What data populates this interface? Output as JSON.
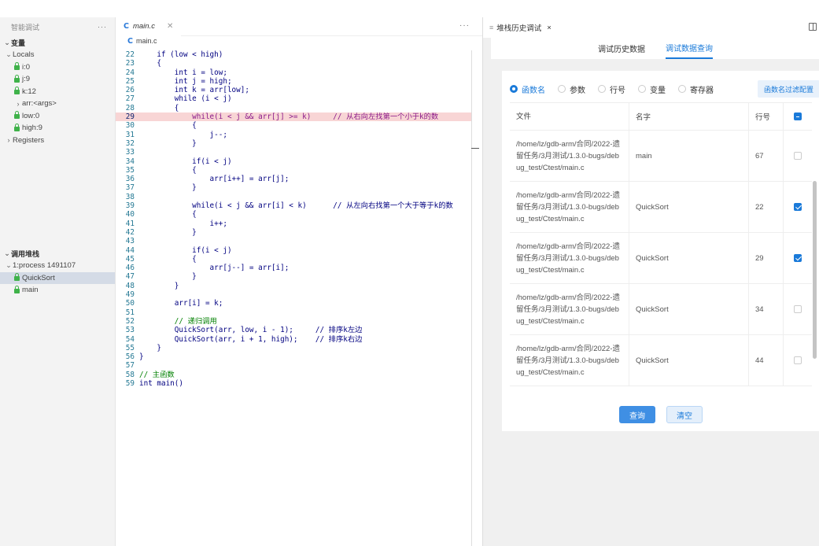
{
  "sidebar": {
    "title": "智能调试",
    "more": "···",
    "variables_title": "变量",
    "locals_label": "Locals",
    "locals": [
      {
        "label": "i:0",
        "kind": "value"
      },
      {
        "label": "j:9",
        "kind": "value"
      },
      {
        "label": "k:12",
        "kind": "value"
      },
      {
        "label": "arr:<args>",
        "kind": "group"
      },
      {
        "label": "low:0",
        "kind": "value"
      },
      {
        "label": "high:9",
        "kind": "value"
      }
    ],
    "registers_label": "Registers",
    "callstack_title": "调用堆栈",
    "process_label": "1:process 1491107",
    "frames": [
      {
        "label": "QuickSort",
        "selected": true
      },
      {
        "label": "main",
        "selected": false
      }
    ]
  },
  "editor": {
    "tab_file": "main.c",
    "tab_badge": "C",
    "more": "···",
    "breadcrumb_file": "main.c",
    "current_line": 29,
    "lines": [
      {
        "n": "22",
        "t": "    if (low < high)"
      },
      {
        "n": "23",
        "t": "    {"
      },
      {
        "n": "24",
        "t": "        int i = low;"
      },
      {
        "n": "25",
        "t": "        int j = high;"
      },
      {
        "n": "26",
        "t": "        int k = arr[low];"
      },
      {
        "n": "27",
        "t": "        while (i < j)"
      },
      {
        "n": "28",
        "t": "        {"
      },
      {
        "n": "29",
        "t": "            while(i < j && arr[j] >= k)     // 从右向左找第一个小于k的数"
      },
      {
        "n": "30",
        "t": "            {"
      },
      {
        "n": "31",
        "t": "                j--;"
      },
      {
        "n": "32",
        "t": "            }"
      },
      {
        "n": "33",
        "t": ""
      },
      {
        "n": "34",
        "t": "            if(i < j)"
      },
      {
        "n": "35",
        "t": "            {"
      },
      {
        "n": "36",
        "t": "                arr[i++] = arr[j];"
      },
      {
        "n": "37",
        "t": "            }"
      },
      {
        "n": "38",
        "t": ""
      },
      {
        "n": "39",
        "t": "            while(i < j && arr[i] < k)      // 从左向右找第一个大于等于k的数"
      },
      {
        "n": "40",
        "t": "            {"
      },
      {
        "n": "41",
        "t": "                i++;"
      },
      {
        "n": "42",
        "t": "            }"
      },
      {
        "n": "43",
        "t": ""
      },
      {
        "n": "44",
        "t": "            if(i < j)"
      },
      {
        "n": "45",
        "t": "            {"
      },
      {
        "n": "46",
        "t": "                arr[j--] = arr[i];"
      },
      {
        "n": "47",
        "t": "            }"
      },
      {
        "n": "48",
        "t": "        }"
      },
      {
        "n": "49",
        "t": ""
      },
      {
        "n": "50",
        "t": "        arr[i] = k;"
      },
      {
        "n": "51",
        "t": ""
      },
      {
        "n": "52",
        "t": "        // 递归调用"
      },
      {
        "n": "53",
        "t": "        QuickSort(arr, low, i - 1);     // 排序k左边"
      },
      {
        "n": "54",
        "t": "        QuickSort(arr, i + 1, high);    // 排序k右边"
      },
      {
        "n": "55",
        "t": "    }"
      },
      {
        "n": "56",
        "t": "}"
      },
      {
        "n": "57",
        "t": ""
      },
      {
        "n": "58",
        "t": "// 主函数"
      },
      {
        "n": "59",
        "t": "int main()"
      }
    ]
  },
  "panel": {
    "tab_label": "堆栈历史调试",
    "tab_close": "×",
    "subtabs": [
      {
        "label": "调试历史数据",
        "active": false
      },
      {
        "label": "调试数据查询",
        "active": true
      }
    ],
    "radios": [
      {
        "label": "函数名",
        "selected": true
      },
      {
        "label": "参数",
        "selected": false
      },
      {
        "label": "行号",
        "selected": false
      },
      {
        "label": "变量",
        "selected": false
      },
      {
        "label": "寄存器",
        "selected": false
      }
    ],
    "filter_button": "函数名过滤配置",
    "table": {
      "headers": {
        "file": "文件",
        "name": "名字",
        "line": "行号"
      },
      "rows": [
        {
          "file": "/home/lz/gdb-arm/合同/2022-遗留任务/3月测试/1.3.0-bugs/debug_test/Ctest/main.c",
          "name": "main",
          "line": "67",
          "checked": false
        },
        {
          "file": "/home/lz/gdb-arm/合同/2022-遗留任务/3月测试/1.3.0-bugs/debug_test/Ctest/main.c",
          "name": "QuickSort",
          "line": "22",
          "checked": true
        },
        {
          "file": "/home/lz/gdb-arm/合同/2022-遗留任务/3月测试/1.3.0-bugs/debug_test/Ctest/main.c",
          "name": "QuickSort",
          "line": "29",
          "checked": true
        },
        {
          "file": "/home/lz/gdb-arm/合同/2022-遗留任务/3月测试/1.3.0-bugs/debug_test/Ctest/main.c",
          "name": "QuickSort",
          "line": "34",
          "checked": false
        },
        {
          "file": "/home/lz/gdb-arm/合同/2022-遗留任务/3月测试/1.3.0-bugs/debug_test/Ctest/main.c",
          "name": "QuickSort",
          "line": "44",
          "checked": false
        }
      ]
    },
    "query_button": "查询",
    "clear_button": "清空"
  },
  "colors": {
    "accent": "#1a7ad9",
    "highlight_line": "#f8d5d5",
    "comment": "#008000",
    "lock_icon": "#3fb24a"
  }
}
